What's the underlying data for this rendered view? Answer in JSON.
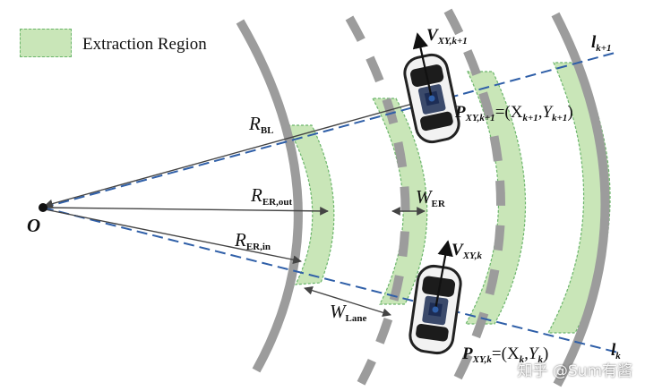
{
  "legend": {
    "label": "Extraction Region"
  },
  "labels": {
    "origin": "O",
    "r_bl": {
      "main": "R",
      "sub": "BL"
    },
    "r_er_out": {
      "main": "R",
      "sub": "ER,out"
    },
    "r_er_in": {
      "main": "R",
      "sub": "ER,in"
    },
    "w_er": {
      "main": "W",
      "sub": "ER"
    },
    "w_lane": {
      "main": "W",
      "sub": "Lane"
    },
    "l_k1": {
      "main": "l",
      "sub": "k+1"
    },
    "l_k": {
      "main": "l",
      "sub": "k"
    },
    "v_k1": {
      "main": "V",
      "sub": "XY,k+1"
    },
    "v_k": {
      "main": "V",
      "sub": "XY,k"
    },
    "p_k1": {
      "main": "P",
      "sub": "XY,k+1",
      "eq": "=(X",
      "x_sub": "k+1",
      "comma": ",Y",
      "y_sub": "k+1",
      "close": ")"
    },
    "p_k": {
      "main": "P",
      "sub": "XY,k",
      "eq": "=(X",
      "x_sub": "k",
      "comma": ",Y",
      "y_sub": "k",
      "close": ")"
    }
  },
  "watermark": "知乎 @Sum有酱",
  "colors": {
    "road_line": "#9c9c9c",
    "extraction_fill": "#c9e6b8",
    "extraction_border": "#6bb56b",
    "ray": "#2f5fa8",
    "arrow": "#444444"
  }
}
